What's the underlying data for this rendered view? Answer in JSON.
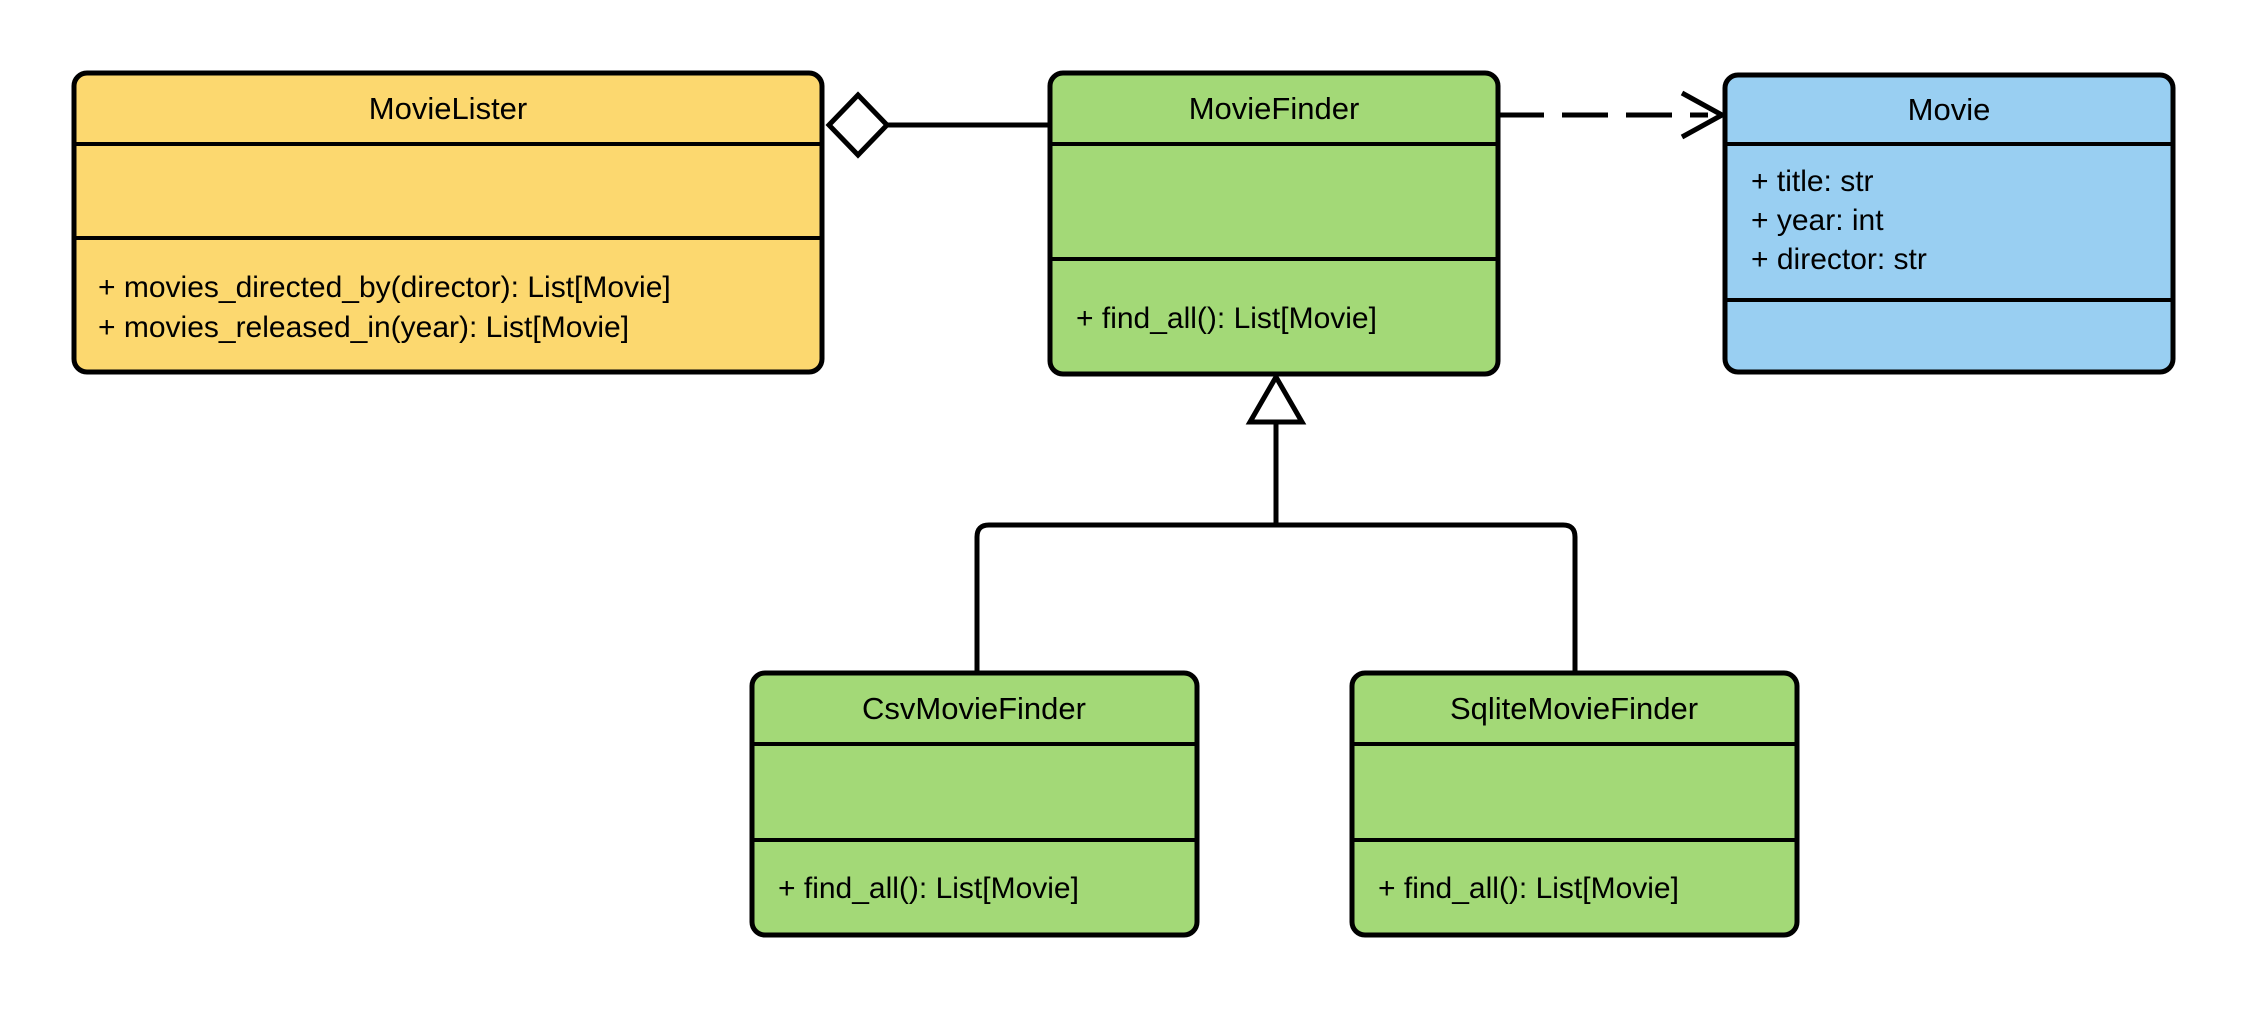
{
  "colors": {
    "background": "#FFFFFF",
    "stroke": "#000000",
    "yellow_fill": "#FCD86F",
    "green_fill": "#A3D977",
    "blue_fill": "#99CFF2"
  },
  "diagram_data": {
    "type": "uml-class-diagram",
    "relationships": [
      {
        "type": "aggregation",
        "owner": "MovieLister",
        "part": "MovieFinder",
        "style": "solid line with hollow diamond at MovieLister side"
      },
      {
        "type": "dependency",
        "from": "MovieFinder",
        "to": "Movie",
        "style": "dashed line with open arrowhead at Movie side"
      },
      {
        "type": "generalization",
        "child": "CsvMovieFinder",
        "parent": "MovieFinder",
        "style": "solid line with hollow triangle at MovieFinder side"
      },
      {
        "type": "generalization",
        "child": "SqliteMovieFinder",
        "parent": "MovieFinder",
        "style": "solid line with hollow triangle at MovieFinder side"
      }
    ]
  },
  "classes": {
    "movie_lister": {
      "name": "MovieLister",
      "attributes": [],
      "methods": [
        "+ movies_directed_by(director): List[Movie]",
        "+ movies_released_in(year): List[Movie]"
      ]
    },
    "movie_finder": {
      "name": "MovieFinder",
      "attributes": [],
      "methods": [
        "+ find_all(): List[Movie]"
      ]
    },
    "movie": {
      "name": "Movie",
      "attributes": [
        "+ title: str",
        "+ year: int",
        "+ director: str"
      ],
      "methods": []
    },
    "csv_movie_finder": {
      "name": "CsvMovieFinder",
      "attributes": [],
      "methods": [
        "+ find_all(): List[Movie]"
      ]
    },
    "sqlite_movie_finder": {
      "name": "SqliteMovieFinder",
      "attributes": [],
      "methods": [
        "+ find_all(): List[Movie]"
      ]
    }
  }
}
